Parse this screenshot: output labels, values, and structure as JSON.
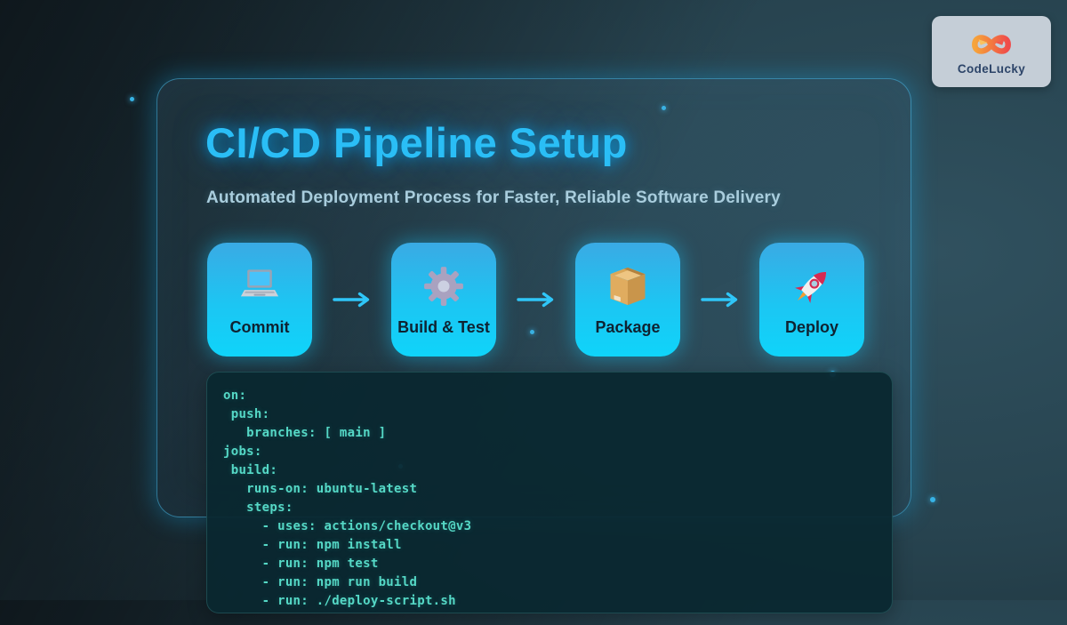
{
  "logo": {
    "text": "CodeLucky",
    "icon": "infinity-logo"
  },
  "header": {
    "title": "CI/CD Pipeline Setup",
    "subtitle": "Automated Deployment Process for Faster, Reliable Software Delivery"
  },
  "pipeline": {
    "steps": [
      {
        "label": "Commit",
        "icon": "laptop-icon"
      },
      {
        "label": "Build & Test",
        "icon": "gear-icon"
      },
      {
        "label": "Package",
        "icon": "package-icon"
      },
      {
        "label": "Deploy",
        "icon": "rocket-icon"
      }
    ]
  },
  "code": {
    "language": "yaml",
    "lines": [
      "on:",
      " push:",
      "   branches: [ main ]",
      "jobs:",
      " build:",
      "   runs-on: ubuntu-latest",
      "   steps:",
      "     - uses: actions/checkout@v3",
      "     - run: npm install",
      "     - run: npm test",
      "     - run: npm run build",
      "     - run: ./deploy-script.sh"
    ]
  },
  "colors": {
    "accent_cyan": "#2abef6",
    "step_box_top": "#3aaae4",
    "step_box_bottom": "#0fd4fa",
    "code_text": "#55d8c6",
    "code_bg": "#0a2730",
    "subtitle_text": "#a9cddd",
    "badge_bg": "#c5ced7",
    "logo_orange": "#f6a43b",
    "logo_red": "#ef4b4b"
  }
}
